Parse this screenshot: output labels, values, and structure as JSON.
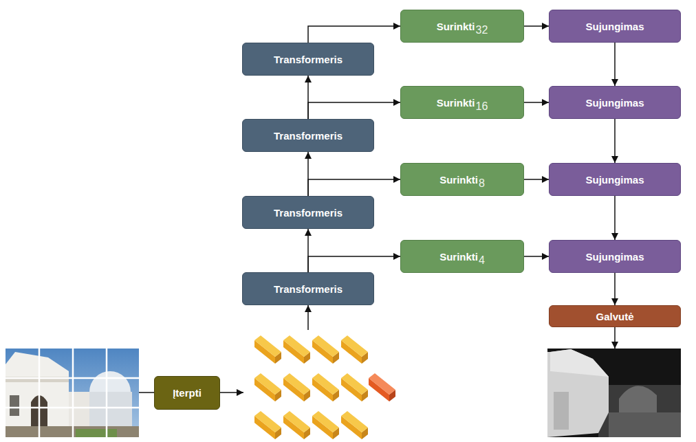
{
  "diagram": {
    "nodes": [
      {
        "text": [
          "Įterpti"
        ]
      },
      {
        "text": [
          "Transformeris"
        ]
      },
      {
        "text": [
          "Transformeris"
        ]
      },
      {
        "text": [
          "Transformeris"
        ]
      },
      {
        "text": [
          "Transformeris"
        ]
      },
      {
        "text": [
          "Surinkti",
          "4"
        ]
      },
      {
        "text": [
          "Surinkti",
          "8"
        ]
      },
      {
        "text": [
          "Surinkti",
          "16"
        ]
      },
      {
        "text": [
          "Surinkti",
          "32"
        ]
      },
      {
        "text": [
          "Sujungimas"
        ]
      },
      {
        "text": [
          "Sujungimas"
        ]
      },
      {
        "text": [
          "Sujungimas"
        ]
      },
      {
        "text": [
          "Sujungimas"
        ]
      },
      {
        "text": [
          "Galvutė"
        ]
      }
    ],
    "edges": [
      {
        "from": 1,
        "to": 2,
        "arrow": "to"
      },
      {
        "from": 2,
        "to": 3,
        "arrow": "to"
      },
      {
        "from": 3,
        "to": 4,
        "arrow": "to"
      },
      {
        "from": 1,
        "to": 5,
        "arrow": "to"
      },
      {
        "from": 2,
        "to": 6,
        "arrow": "to"
      },
      {
        "from": 3,
        "to": 7,
        "arrow": "to"
      },
      {
        "from": 4,
        "to": 8,
        "arrow": "to"
      },
      {
        "from": 5,
        "to": 12,
        "arrow": "to"
      },
      {
        "from": 6,
        "to": 11,
        "arrow": "to"
      },
      {
        "from": 7,
        "to": 10,
        "arrow": "to"
      },
      {
        "from": 8,
        "to": 9,
        "arrow": "to"
      },
      {
        "from": 9,
        "to": 10,
        "arrow": "to"
      },
      {
        "from": 10,
        "to": 11,
        "arrow": "to"
      },
      {
        "from": 11,
        "to": 12,
        "arrow": "to"
      },
      {
        "from": 12,
        "to": 13,
        "arrow": "to"
      }
    ]
  }
}
